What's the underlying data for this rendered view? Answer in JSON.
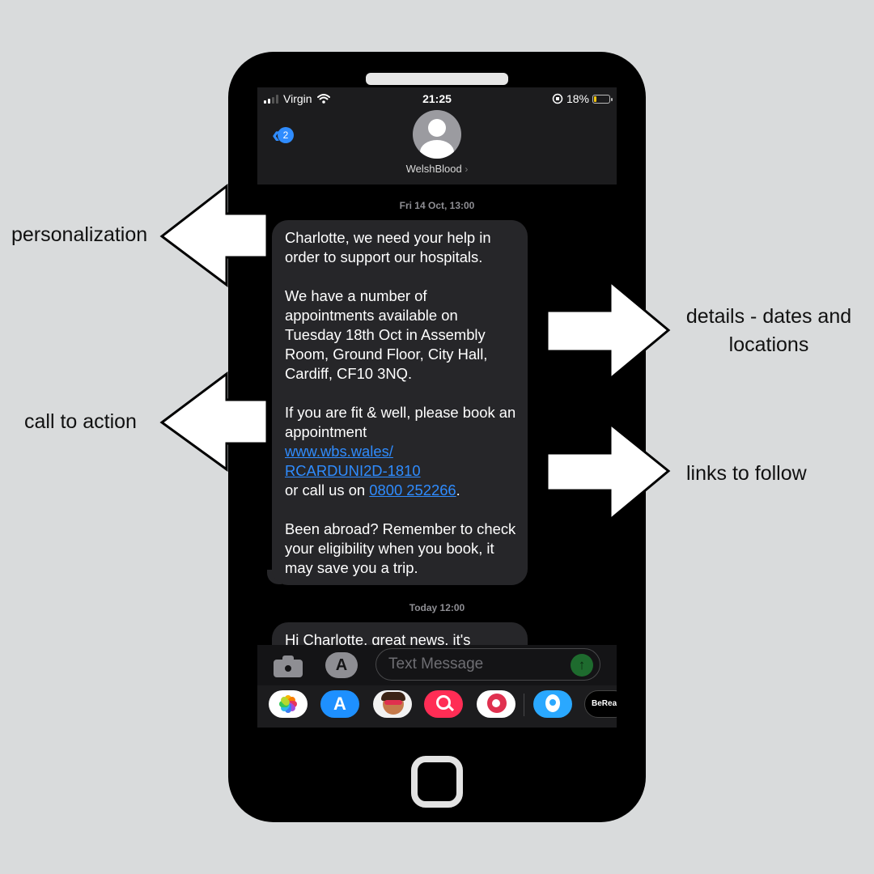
{
  "status_bar": {
    "carrier": "Virgin",
    "time": "21:25",
    "battery": "18%",
    "battery_level": 0.18,
    "battery_color": "#f5c60d"
  },
  "header": {
    "back_badge": "2",
    "contact_name": "WelshBlood",
    "accent_color": "#2f8cff"
  },
  "thread": {
    "timestamp_1": "Fri 14 Oct, 13:00",
    "message_1": {
      "para_1": "Charlotte, we need your help in order to support our hospitals.",
      "para_2": "We have a number of appointments available on Tuesday 18th Oct in Assembly Room, Ground Floor, City Hall, Cardiff, CF10 3NQ.",
      "para_3_text": "If you are fit & well, please book an appointment",
      "link_line_1": "www.wbs.wales/",
      "link_line_2": "RCARDUNI2D-1810",
      "call_prefix": "or call us on ",
      "phone_link": "0800 252266",
      "call_suffix": ".",
      "para_4": "Been abroad? Remember to check your eligibility when you book, it may save you a trip."
    },
    "timestamp_2": "Today 12:00",
    "message_2_preview": "Hi Charlotte, great news, it's"
  },
  "composer": {
    "placeholder": "Text Message",
    "camera_icon": "camera-icon",
    "apps_icon": "app-store-icon",
    "send_icon": "send-arrow-icon"
  },
  "app_strip": {
    "bereal_label": "BeReal."
  },
  "annotations": {
    "personalization": "personalization",
    "details_line_1": "details - dates and",
    "details_line_2": "locations",
    "call_to_action": "call to action",
    "links": "links to follow"
  }
}
